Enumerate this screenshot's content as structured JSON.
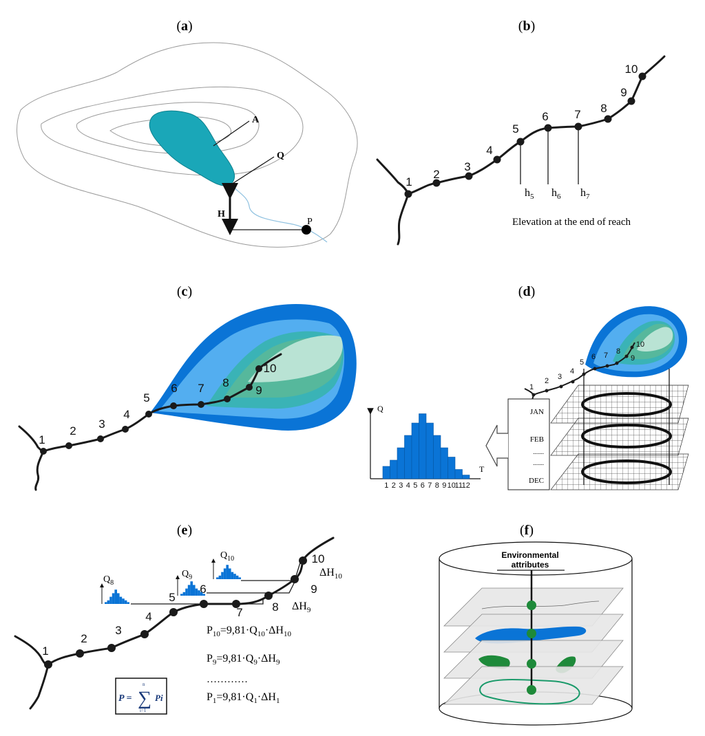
{
  "panel_a": {
    "title_open": "(",
    "title_letter": "a",
    "title_close": ")",
    "label_A": "A",
    "label_Q": "Q",
    "label_H": "H",
    "label_P": "P"
  },
  "panel_b": {
    "title_open": "(",
    "title_letter": "b",
    "title_close": ")",
    "points": [
      "1",
      "2",
      "3",
      "4",
      "5",
      "6",
      "7",
      "8",
      "9",
      "10"
    ],
    "h5_base": "h",
    "h5_sub": "5",
    "h6_base": "h",
    "h6_sub": "6",
    "h7_base": "h",
    "h7_sub": "7",
    "caption": "Elevation at the end of reach"
  },
  "panel_c": {
    "title_open": "(",
    "title_letter": "c",
    "title_close": ")",
    "points": [
      "1",
      "2",
      "3",
      "4",
      "5",
      "6",
      "7",
      "8",
      "9",
      "10"
    ]
  },
  "panel_d": {
    "title_open": "(",
    "title_letter": "d",
    "title_close": ")",
    "points": [
      "1",
      "2",
      "3",
      "4",
      "5",
      "6",
      "7",
      "8",
      "9",
      "10"
    ],
    "months": [
      "JAN",
      "FEB",
      ".......",
      ".......",
      "DEC"
    ],
    "hist_y_axis": "Q",
    "hist_x_axis": "T",
    "hist_ticks": [
      "1",
      "2",
      "3",
      "4",
      "5",
      "6",
      "7",
      "8",
      "9",
      "10",
      "11",
      "12"
    ]
  },
  "panel_e": {
    "title_open": "(",
    "title_letter": "e",
    "title_close": ")",
    "points": [
      "1",
      "2",
      "3",
      "4",
      "5",
      "6",
      "7",
      "8",
      "9",
      "10"
    ],
    "q8": {
      "base": "Q",
      "sub": "8"
    },
    "q9": {
      "base": "Q",
      "sub": "9"
    },
    "q10": {
      "base": "Q",
      "sub": "10"
    },
    "dh9": {
      "base": "ΔH",
      "sub": "9"
    },
    "dh10": {
      "base": "ΔH",
      "sub": "10"
    },
    "eq10": {
      "p": "P",
      "p_sub": "10",
      "mid": "=9,81·Q",
      "q_sub": "10",
      "dh": "·ΔH",
      "dh_sub": "10"
    },
    "eq9": {
      "p": "P",
      "p_sub": "9",
      "mid": "=9,81·Q",
      "q_sub": "9",
      "dh": "·ΔH",
      "dh_sub": "9"
    },
    "dots": "…………",
    "eq1": {
      "p": "P",
      "p_sub": "1",
      "mid": "=9,81·Q",
      "q_sub": "1",
      "dh": "·ΔH",
      "dh_sub": "1"
    },
    "sum_lhs": "P =",
    "sum_sym": "∑",
    "sum_upper": "n",
    "sum_lower": "i=1",
    "sum_rhs": "Pi"
  },
  "panel_f": {
    "title_open": "(",
    "title_letter": "f",
    "title_close": ")",
    "label_line1": "Environmental",
    "label_line2": "attributes"
  },
  "chart_data": {
    "type": "bar",
    "x_label": "T",
    "y_label": "Q",
    "categories": [
      "1",
      "2",
      "3",
      "4",
      "5",
      "6",
      "7",
      "8",
      "9",
      "10",
      "11",
      "12"
    ],
    "values": [
      2,
      3,
      5,
      7,
      9,
      10.5,
      9,
      7,
      5,
      3.5,
      1.5,
      0.6
    ],
    "color": "#0a74d6"
  },
  "colors": {
    "lake": "#1aa7b8",
    "water_blue": "#0a74d6",
    "band_light_blue": "#53aef0",
    "band_teal": "#3ab3b6",
    "band_green": "#56b89c",
    "band_pale": "#b9e3d4",
    "veg_green": "#1e8a3a"
  }
}
